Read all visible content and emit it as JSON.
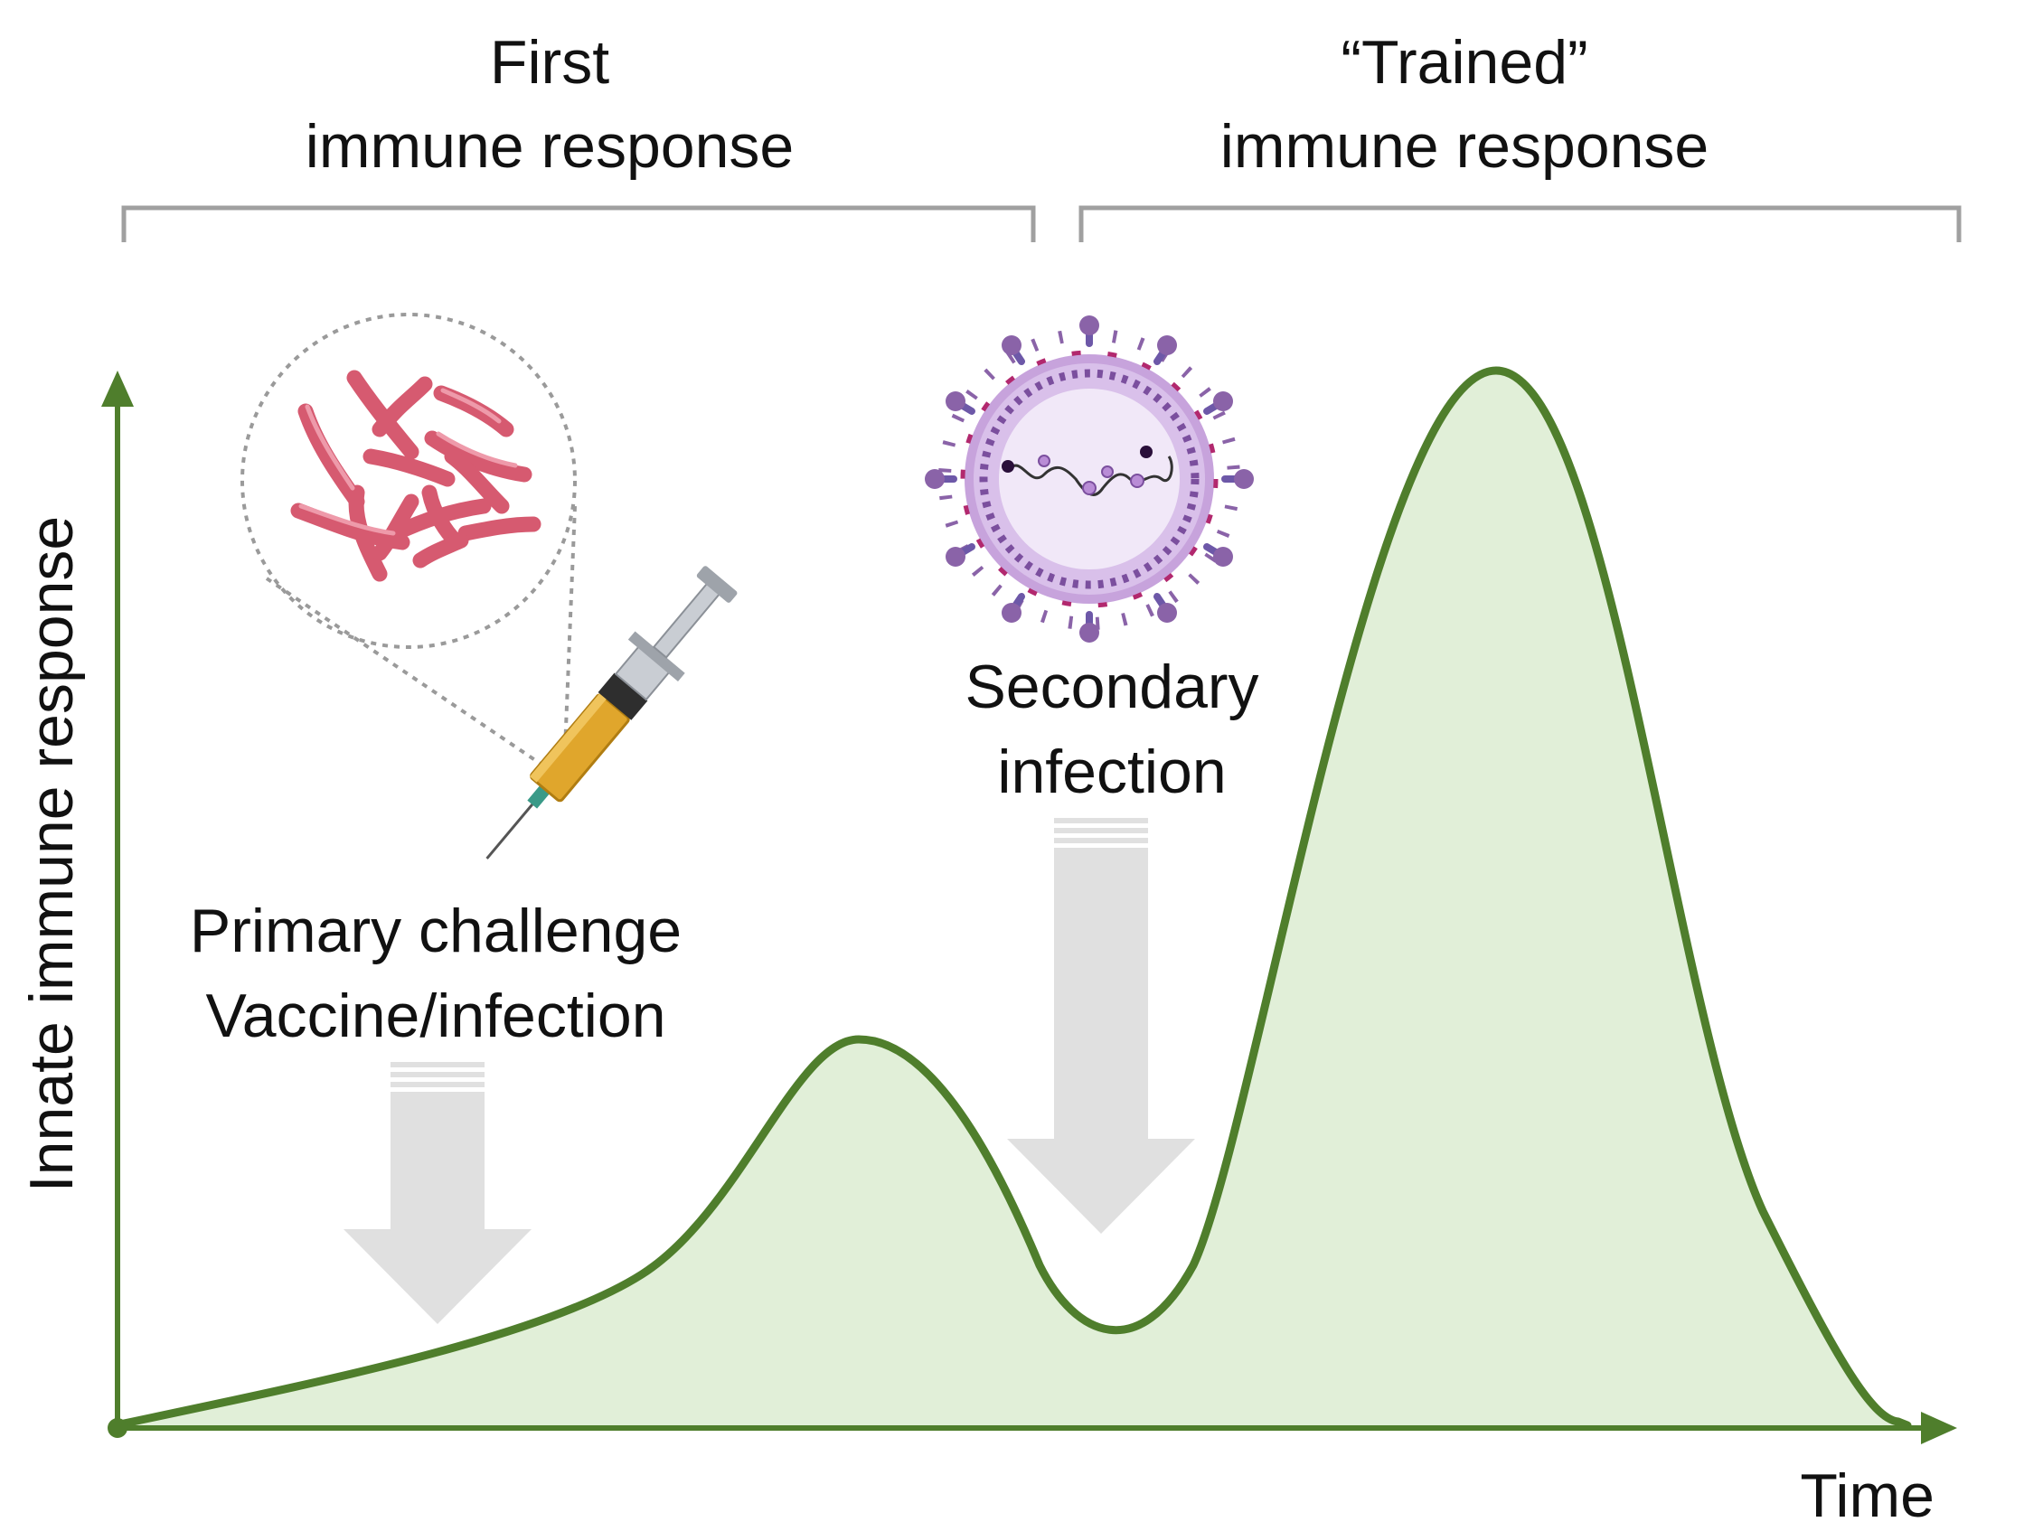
{
  "headers": {
    "first": {
      "line1": "First",
      "line2": "immune response"
    },
    "trained": {
      "line1": "“Trained”",
      "line2": "immune response"
    }
  },
  "axes": {
    "ylabel": "Innate immune response",
    "xlabel": "Time"
  },
  "labels": {
    "primary_line1": "Primary challenge",
    "primary_line2": "Vaccine/infection",
    "secondary_line1": "Secondary",
    "secondary_line2": "infection"
  },
  "icons": {
    "bacteria": "bacteria-icon",
    "syringe": "syringe-icon",
    "virus": "virus-icon"
  },
  "colors": {
    "curve": "#4f7e2c",
    "fill": "#e1efd8",
    "bracket": "#a0a0a0",
    "arrow": "#e0e0e0",
    "bacteria": "#d65a70",
    "virus": "#8a63a8"
  }
}
